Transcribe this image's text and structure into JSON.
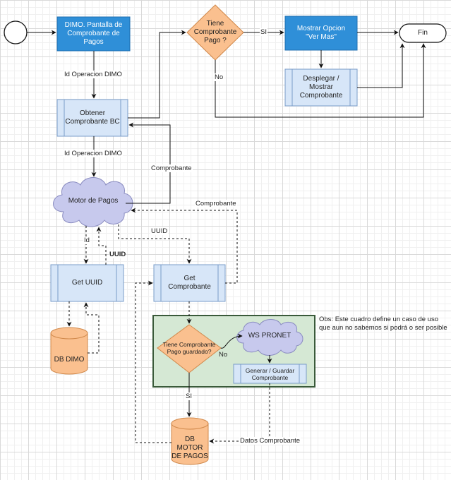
{
  "nodes": {
    "dimo_screen": "DIMO. Pantalla de\nComprobante de\nPagos",
    "has_receipt": "Tiene\nComprobante\nPago ?",
    "show_option": "Mostrar Opcion\n\"Ver  Mas\"",
    "end": "Fin",
    "display_receipt": "Desplegar  /\nMostrar\nComprobante",
    "get_receipt_bc": "Obtener\nComprobante BC",
    "payment_engine": "Motor de Pagos",
    "get_uuid": "Get UUID",
    "get_receipt": "Get\nComprobante",
    "db_dimo": "DB DIMO",
    "has_saved_receipt": "Tiene Comprobante\nPago guardado?",
    "ws_pronet": "WS PRONET",
    "generate_save_receipt": "Generar / Guardar\nComprobante",
    "db_payment_engine": "DB\nMOTOR\nDE PAGOS"
  },
  "edge_labels": {
    "si_top": "SI",
    "no_top": "No",
    "op_id_1": "Id Operacion DIMO",
    "op_id_2": "Id Operacion DIMO",
    "comprobante_1": "Comprobante",
    "comprobante_2": "Comprobante",
    "uuid_1": "UUID",
    "uuid_2": "UUID",
    "id": "Id",
    "no_inner": "No",
    "si_inner": "SI",
    "datos_comprobante": "Datos Comprobante"
  },
  "note": "Obs: Este cuadro define un caso de uso que aun no sabemos si podrá  o ser posible",
  "colors": {
    "blue_fill": "#2f8fd8",
    "blue_stroke": "#1f6fb0",
    "light_blue_fill": "#d7e6f8",
    "light_blue_stroke": "#7a9cc8",
    "orange_fill": "#fac08f",
    "orange_stroke": "#d0884a",
    "cloud_fill": "#c7c9ed",
    "cloud_stroke": "#8a8cc0",
    "green_fill": "#d5e8d4",
    "green_stroke": "#3a5a3a",
    "line": "#111111"
  }
}
